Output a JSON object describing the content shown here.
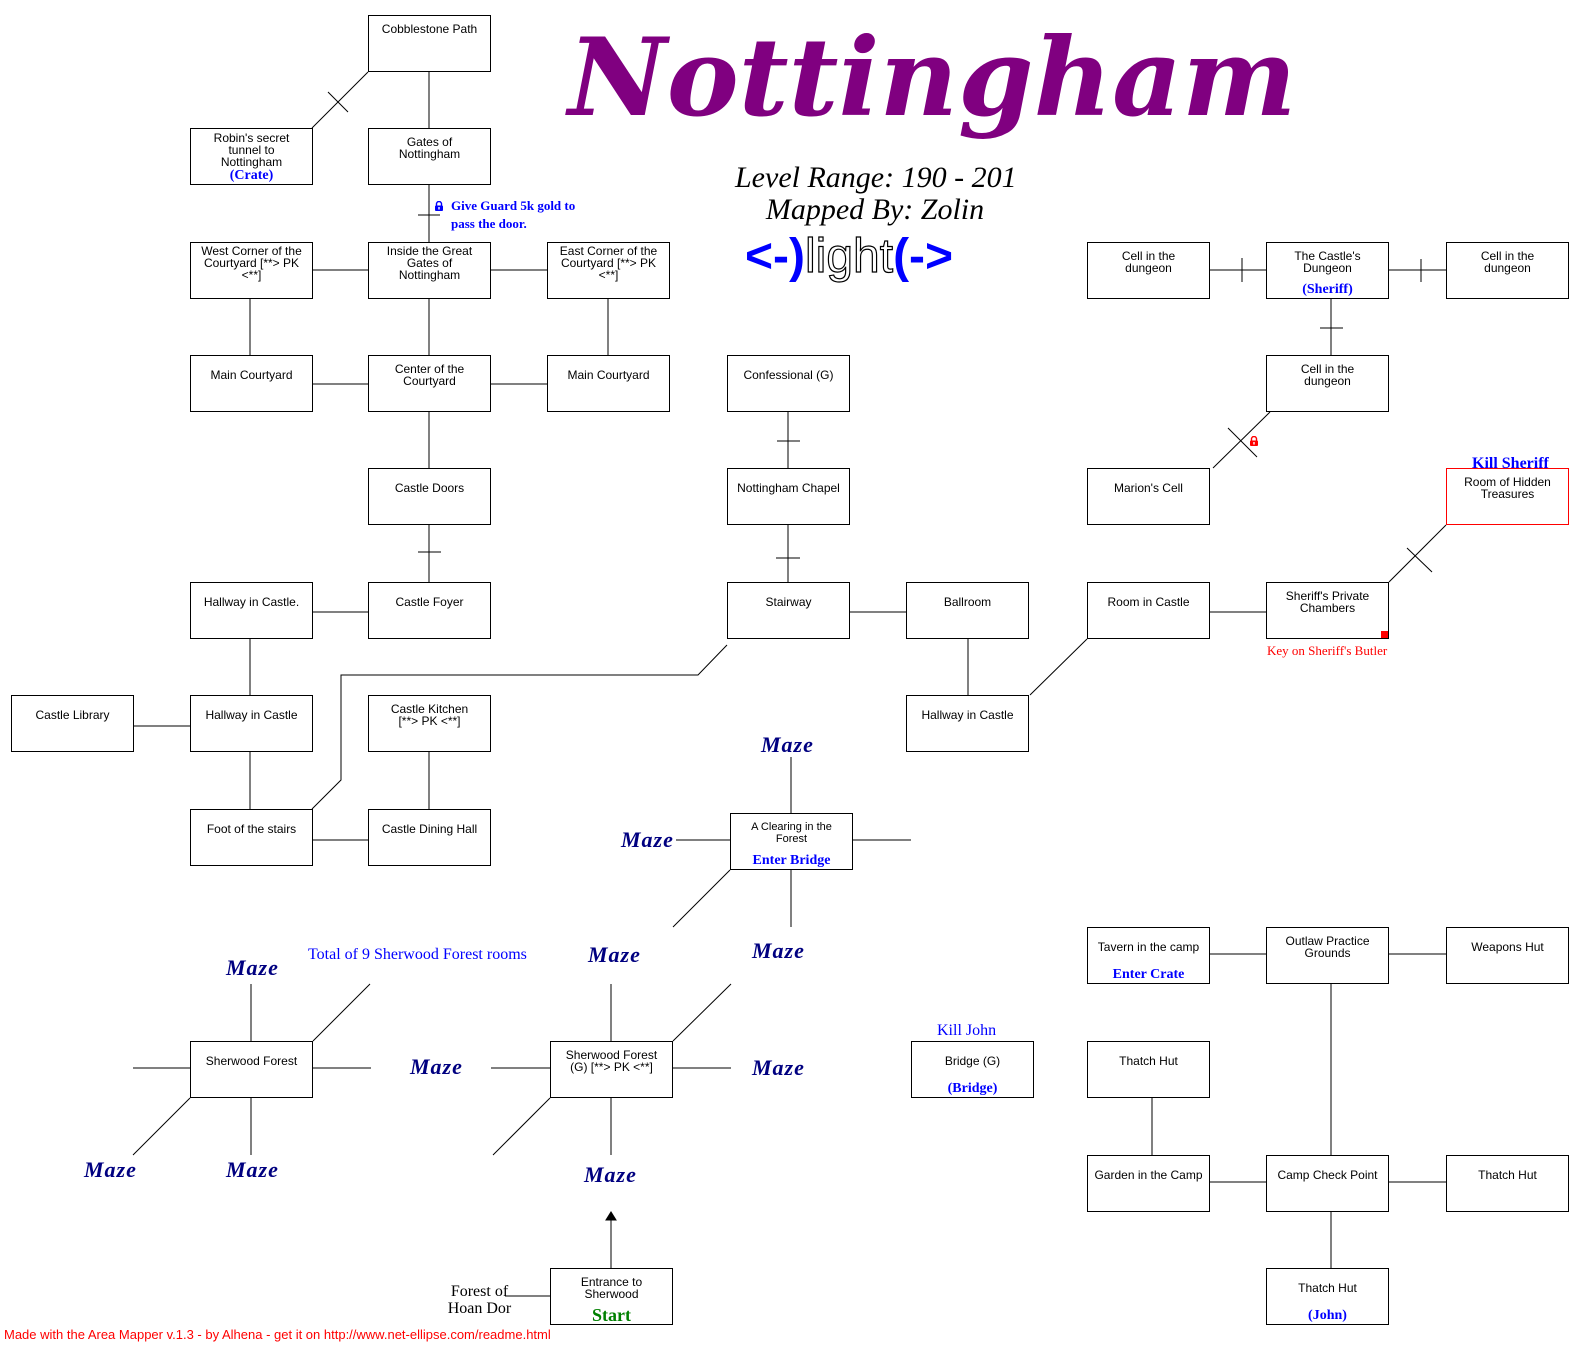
{
  "header": {
    "title": "Nottingham",
    "level_range": "Level Range: 190 - 201",
    "mapped_by": "Mapped By: Zolin",
    "guild_logo": {
      "left": "<-)",
      "middle": "light",
      "right": "(->"
    }
  },
  "colors": {
    "title": "#800080",
    "note_blue": "#0000ff",
    "maze_navy": "#000080",
    "warning_red": "#ff0000",
    "start_green": "#008000"
  },
  "rooms": {
    "cobblestone_path": {
      "name": "Cobblestone Path"
    },
    "robins_tunnel": {
      "name": "Robin's secret tunnel to Nottingham",
      "note": "(Crate)"
    },
    "gates_of_nottingham": {
      "name": "Gates of Nottingham"
    },
    "west_corner": {
      "name": "West Corner of the Courtyard [**> PK <**]"
    },
    "inside_great_gates": {
      "name": "Inside the Great Gates of Nottingham"
    },
    "east_corner": {
      "name": "East Corner of the Courtyard [**> PK <**]"
    },
    "main_courtyard_west": {
      "name": "Main Courtyard"
    },
    "center_courtyard": {
      "name": "Center of the Courtyard"
    },
    "main_courtyard_east": {
      "name": "Main Courtyard"
    },
    "castle_doors": {
      "name": "Castle Doors"
    },
    "castle_foyer": {
      "name": "Castle Foyer"
    },
    "hallway_castle_dot": {
      "name": "Hallway in Castle."
    },
    "castle_library": {
      "name": "Castle Library"
    },
    "hallway_castle_west": {
      "name": "Hallway in Castle"
    },
    "castle_kitchen": {
      "name": "Castle Kitchen [**> PK <**]"
    },
    "foot_of_stairs": {
      "name": "Foot of the stairs"
    },
    "castle_dining_hall": {
      "name": "Castle Dining Hall"
    },
    "confessional": {
      "name": "Confessional (G)"
    },
    "nottingham_chapel": {
      "name": "Nottingham Chapel"
    },
    "stairway": {
      "name": "Stairway"
    },
    "ballroom": {
      "name": "Ballroom"
    },
    "hallway_castle_east": {
      "name": "Hallway in Castle"
    },
    "room_in_castle": {
      "name": "Room in Castle"
    },
    "sheriffs_chambers": {
      "name": "Sheriff's Private Chambers"
    },
    "hidden_treasures": {
      "name": "Room of Hidden Treasures"
    },
    "cell_west": {
      "name": "Cell in the dungeon"
    },
    "castles_dungeon": {
      "name": "The Castle's Dungeon",
      "note": "(Sheriff)"
    },
    "cell_east": {
      "name": "Cell in the dungeon"
    },
    "cell_south": {
      "name": "Cell in the dungeon"
    },
    "marions_cell": {
      "name": "Marion's Cell"
    },
    "clearing_forest": {
      "name": "A Clearing in the Forest",
      "note": "Enter Bridge"
    },
    "sherwood_forest_west": {
      "name": "Sherwood Forest"
    },
    "sherwood_forest_g": {
      "name": "Sherwood Forest (G) [**> PK <**]"
    },
    "entrance_sherwood": {
      "name": "Entrance to Sherwood",
      "note": "Start"
    },
    "bridge": {
      "name": "Bridge (G)",
      "note": "(Bridge)"
    },
    "tavern_camp": {
      "name": "Tavern in the camp",
      "note": "Enter Crate"
    },
    "outlaw_practice": {
      "name": "Outlaw Practice Grounds"
    },
    "weapons_hut": {
      "name": "Weapons Hut"
    },
    "thatch_hut_west": {
      "name": "Thatch Hut"
    },
    "garden_camp": {
      "name": "Garden in the Camp"
    },
    "camp_check_point": {
      "name": "Camp Check Point"
    },
    "thatch_hut_east": {
      "name": "Thatch Hut"
    },
    "thatch_hut_john": {
      "name": "Thatch Hut",
      "note": "(John)"
    }
  },
  "annotations": {
    "guard_note": "Give Guard 5k gold to pass the door.",
    "kill_sheriff": "Kill Sheriff",
    "key_note": "Key on Sheriff's Butler",
    "kill_john": "Kill John",
    "total_rooms": "Total of 9 Sherwood Forest rooms",
    "forest_of_hoan_dor": "Forest of Hoan Dor",
    "maze": "Maze"
  },
  "footer": {
    "credit": "Made with the Area Mapper v.1.3 - by Alhena - get it on http://www.net-ellipse.com/readme.html"
  }
}
